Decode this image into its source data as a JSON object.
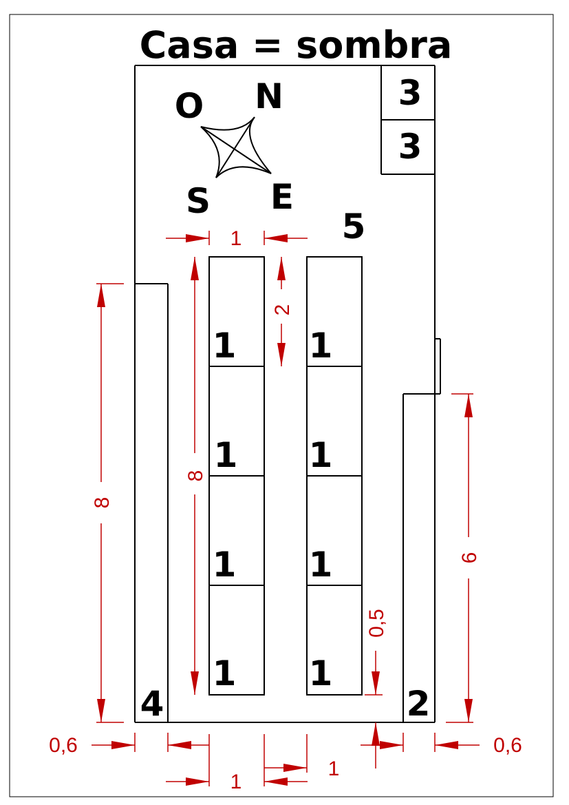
{
  "title": "Casa = sombra",
  "compass": {
    "north": "N",
    "south": "S",
    "east": "E",
    "west": "O"
  },
  "zones": {
    "bed_left": [
      "1",
      "1",
      "1",
      "1"
    ],
    "bed_right": [
      "1",
      "1",
      "1",
      "1"
    ],
    "strip_right": "2",
    "corner_top": [
      "3",
      "3"
    ],
    "strip_left": "4",
    "open_area": "5"
  },
  "dimensions": {
    "bed_gap_top": "1",
    "segment_height": "2",
    "bed_length": "8",
    "left_strip_length": "8",
    "right_strip_length": "6",
    "bottom_margin": "0,5",
    "left_strip_width": "0,6",
    "right_strip_width": "0,6",
    "left_path_width": "1",
    "center_path_width": "1"
  }
}
